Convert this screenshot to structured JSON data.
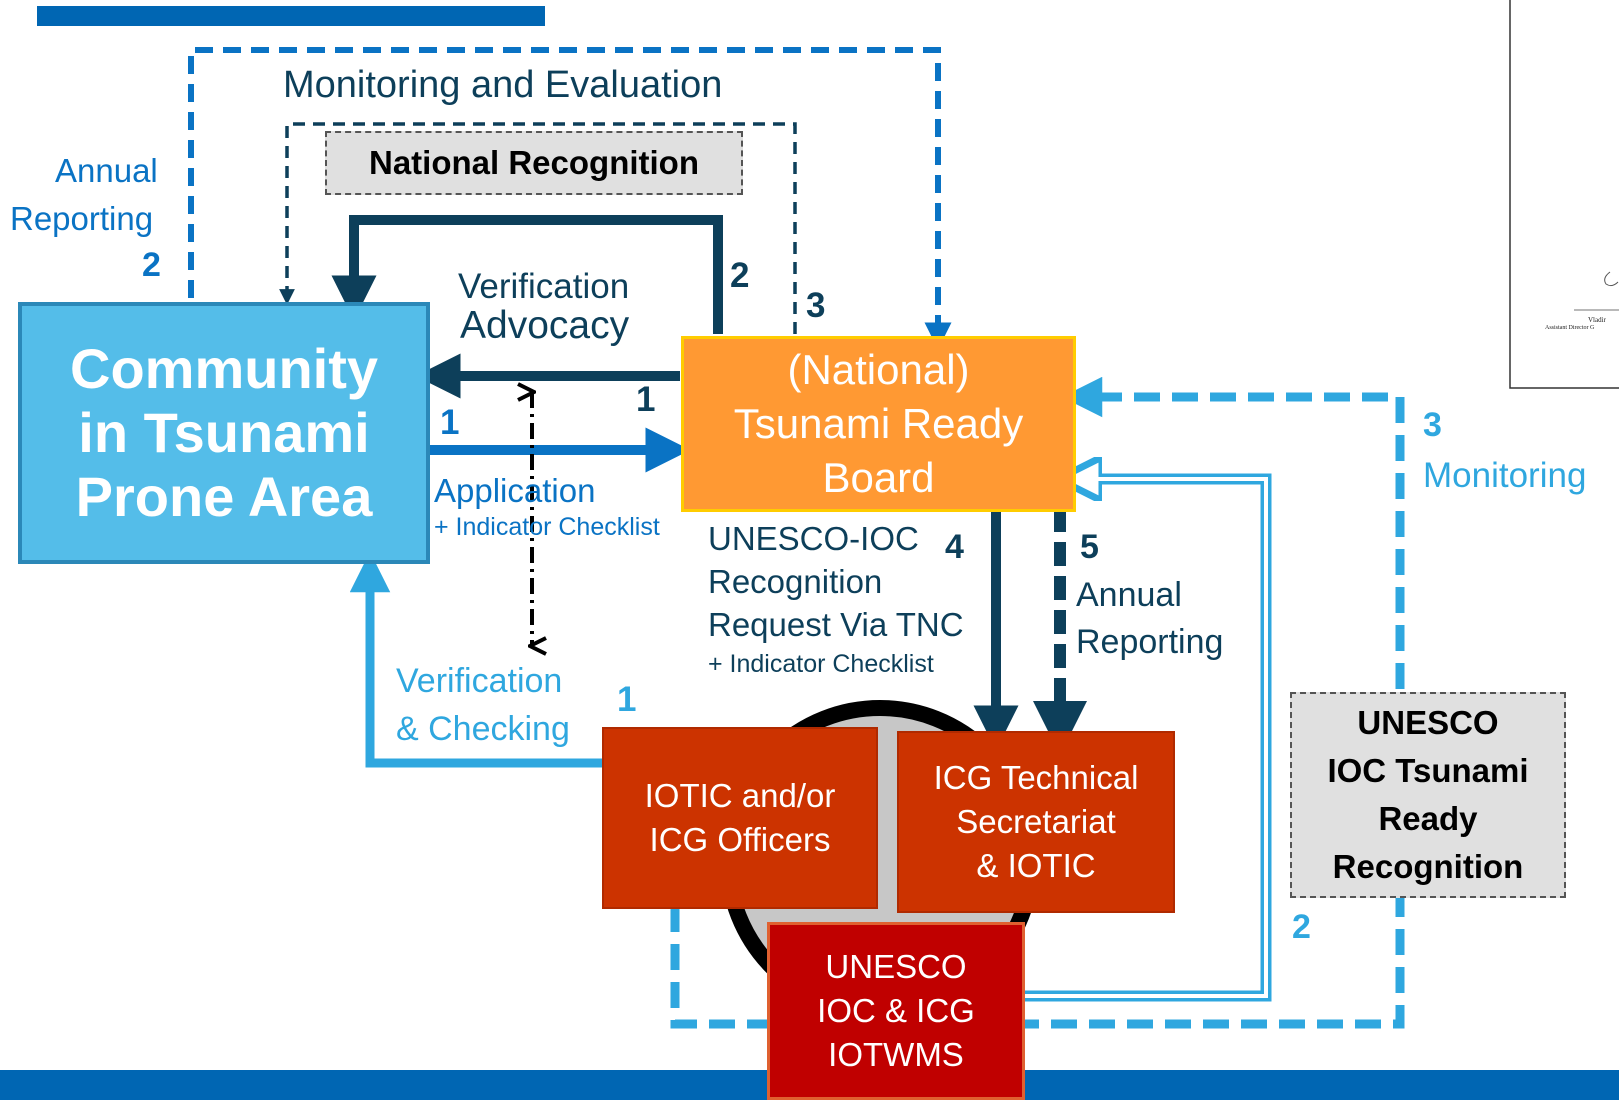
{
  "colors": {
    "dark_teal": "#0d3f5a",
    "mid_blue": "#0a73c4",
    "light_blue": "#2fa7df",
    "community_fill": "#54bde9",
    "board_fill": "#ff9933",
    "red_box": "#cc3300",
    "dark_red_box": "#c00000",
    "gray_label": "#e0e0e0",
    "bar_blue": "#0066b3"
  },
  "labels": {
    "monitoring_evaluation": "Monitoring and Evaluation",
    "national_recognition": "National Recognition",
    "annual_reporting_left_1": "Annual",
    "annual_reporting_left_2": "Reporting",
    "num_2_left": "2",
    "verification_1": "Verification",
    "advocacy": "Advocacy",
    "num_2_top": "2",
    "num_3_top": "3",
    "num_1_dark": "1",
    "num_1_blue": "1",
    "application": "Application",
    "indicator_checklist_1": "+ Indicator Checklist",
    "unesco_ioc": "UNESCO-IOC",
    "recognition": "Recognition",
    "request_via_tnc": "Request Via TNC",
    "indicator_checklist_2": "+ Indicator Checklist",
    "num_4": "4",
    "num_5": "5",
    "annual_reporting_right_1": "Annual",
    "annual_reporting_right_2": "Reporting",
    "verification_checking_1": "Verification",
    "verification_checking_2": "& Checking",
    "num_1_light": "1",
    "num_3_right": "3",
    "monitoring_right": "Monitoring",
    "num_2_right": "2"
  },
  "boxes": {
    "community": [
      "Community",
      "in Tsunami",
      "Prone Area"
    ],
    "board": [
      "(National)",
      "Tsunami Ready",
      "Board"
    ],
    "iotic_officers": [
      "IOTIC and/or",
      "ICG Officers"
    ],
    "icg_secretariat": [
      "ICG Technical",
      "Secretariat",
      "& IOTIC"
    ],
    "unesco_iotwms": [
      "UNESCO",
      "IOC & ICG",
      "IOTWMS"
    ],
    "unesco_recognition": [
      "UNESCO",
      "IOC Tsunami",
      "Ready",
      "Recognition"
    ]
  },
  "certificate_text": {
    "line1": "Vladir",
    "line2": "Assistant Director G"
  }
}
